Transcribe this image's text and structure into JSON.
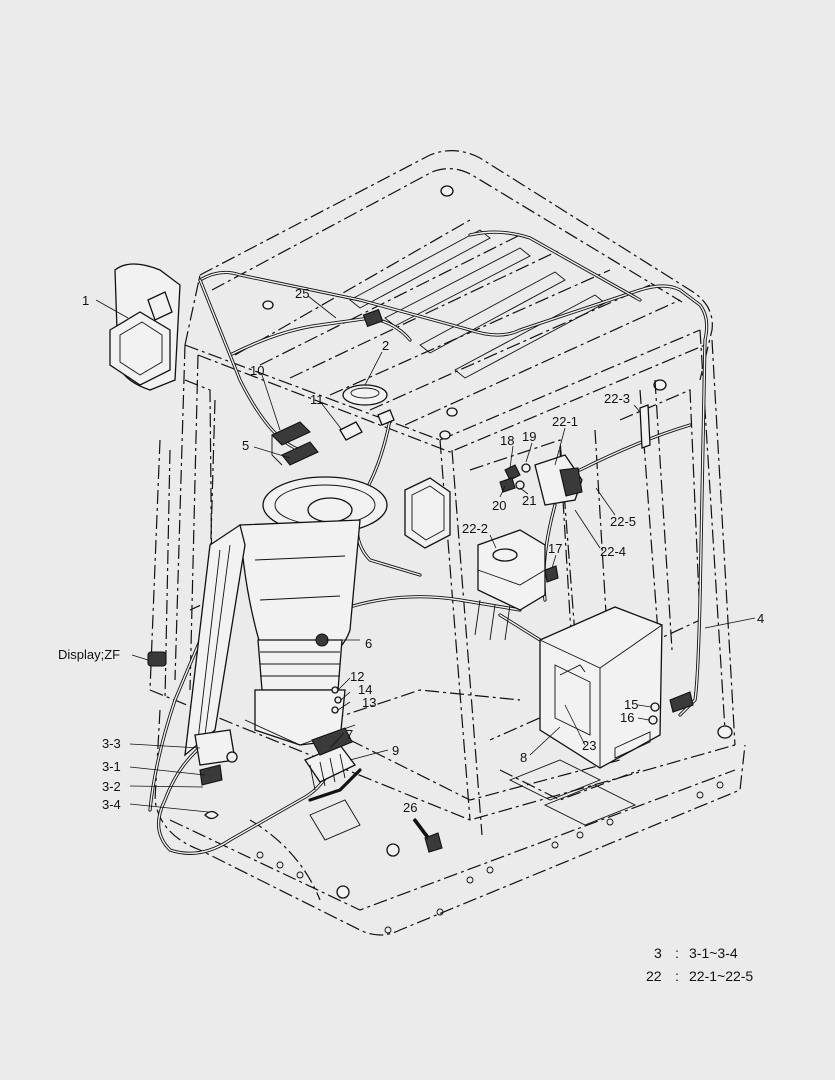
{
  "callouts": [
    {
      "id": "c1",
      "text": "1"
    },
    {
      "id": "c25",
      "text": "25"
    },
    {
      "id": "c2",
      "text": "2"
    },
    {
      "id": "c10",
      "text": "10"
    },
    {
      "id": "c11",
      "text": "11"
    },
    {
      "id": "c5",
      "text": "5"
    },
    {
      "id": "c22_1",
      "text": "22-1"
    },
    {
      "id": "c22_3",
      "text": "22-3"
    },
    {
      "id": "c18",
      "text": "18"
    },
    {
      "id": "c19",
      "text": "19"
    },
    {
      "id": "c20",
      "text": "20"
    },
    {
      "id": "c21",
      "text": "21"
    },
    {
      "id": "c22_5",
      "text": "22-5"
    },
    {
      "id": "c22_2",
      "text": "22-2"
    },
    {
      "id": "c22_4",
      "text": "22-4"
    },
    {
      "id": "c17",
      "text": "17"
    },
    {
      "id": "c4",
      "text": "4"
    },
    {
      "id": "c6",
      "text": "6"
    },
    {
      "id": "cdisp",
      "text": "Display;ZF"
    },
    {
      "id": "c12",
      "text": "12"
    },
    {
      "id": "c14",
      "text": "14"
    },
    {
      "id": "c13",
      "text": "13"
    },
    {
      "id": "c15",
      "text": "15"
    },
    {
      "id": "c16",
      "text": "16"
    },
    {
      "id": "c7",
      "text": "7"
    },
    {
      "id": "c3_3",
      "text": "3-3"
    },
    {
      "id": "c9",
      "text": "9"
    },
    {
      "id": "c23",
      "text": "23"
    },
    {
      "id": "c3_1",
      "text": "3-1"
    },
    {
      "id": "c8",
      "text": "8"
    },
    {
      "id": "c3_2",
      "text": "3-2"
    },
    {
      "id": "c3_4",
      "text": "3-4"
    },
    {
      "id": "c26",
      "text": "26"
    }
  ],
  "legend": [
    {
      "id": "l3",
      "key": "3",
      "sep": ":",
      "value": "3-1~3-4"
    },
    {
      "id": "l22",
      "key": "22",
      "sep": ":",
      "value": "22-1~22-5"
    }
  ]
}
